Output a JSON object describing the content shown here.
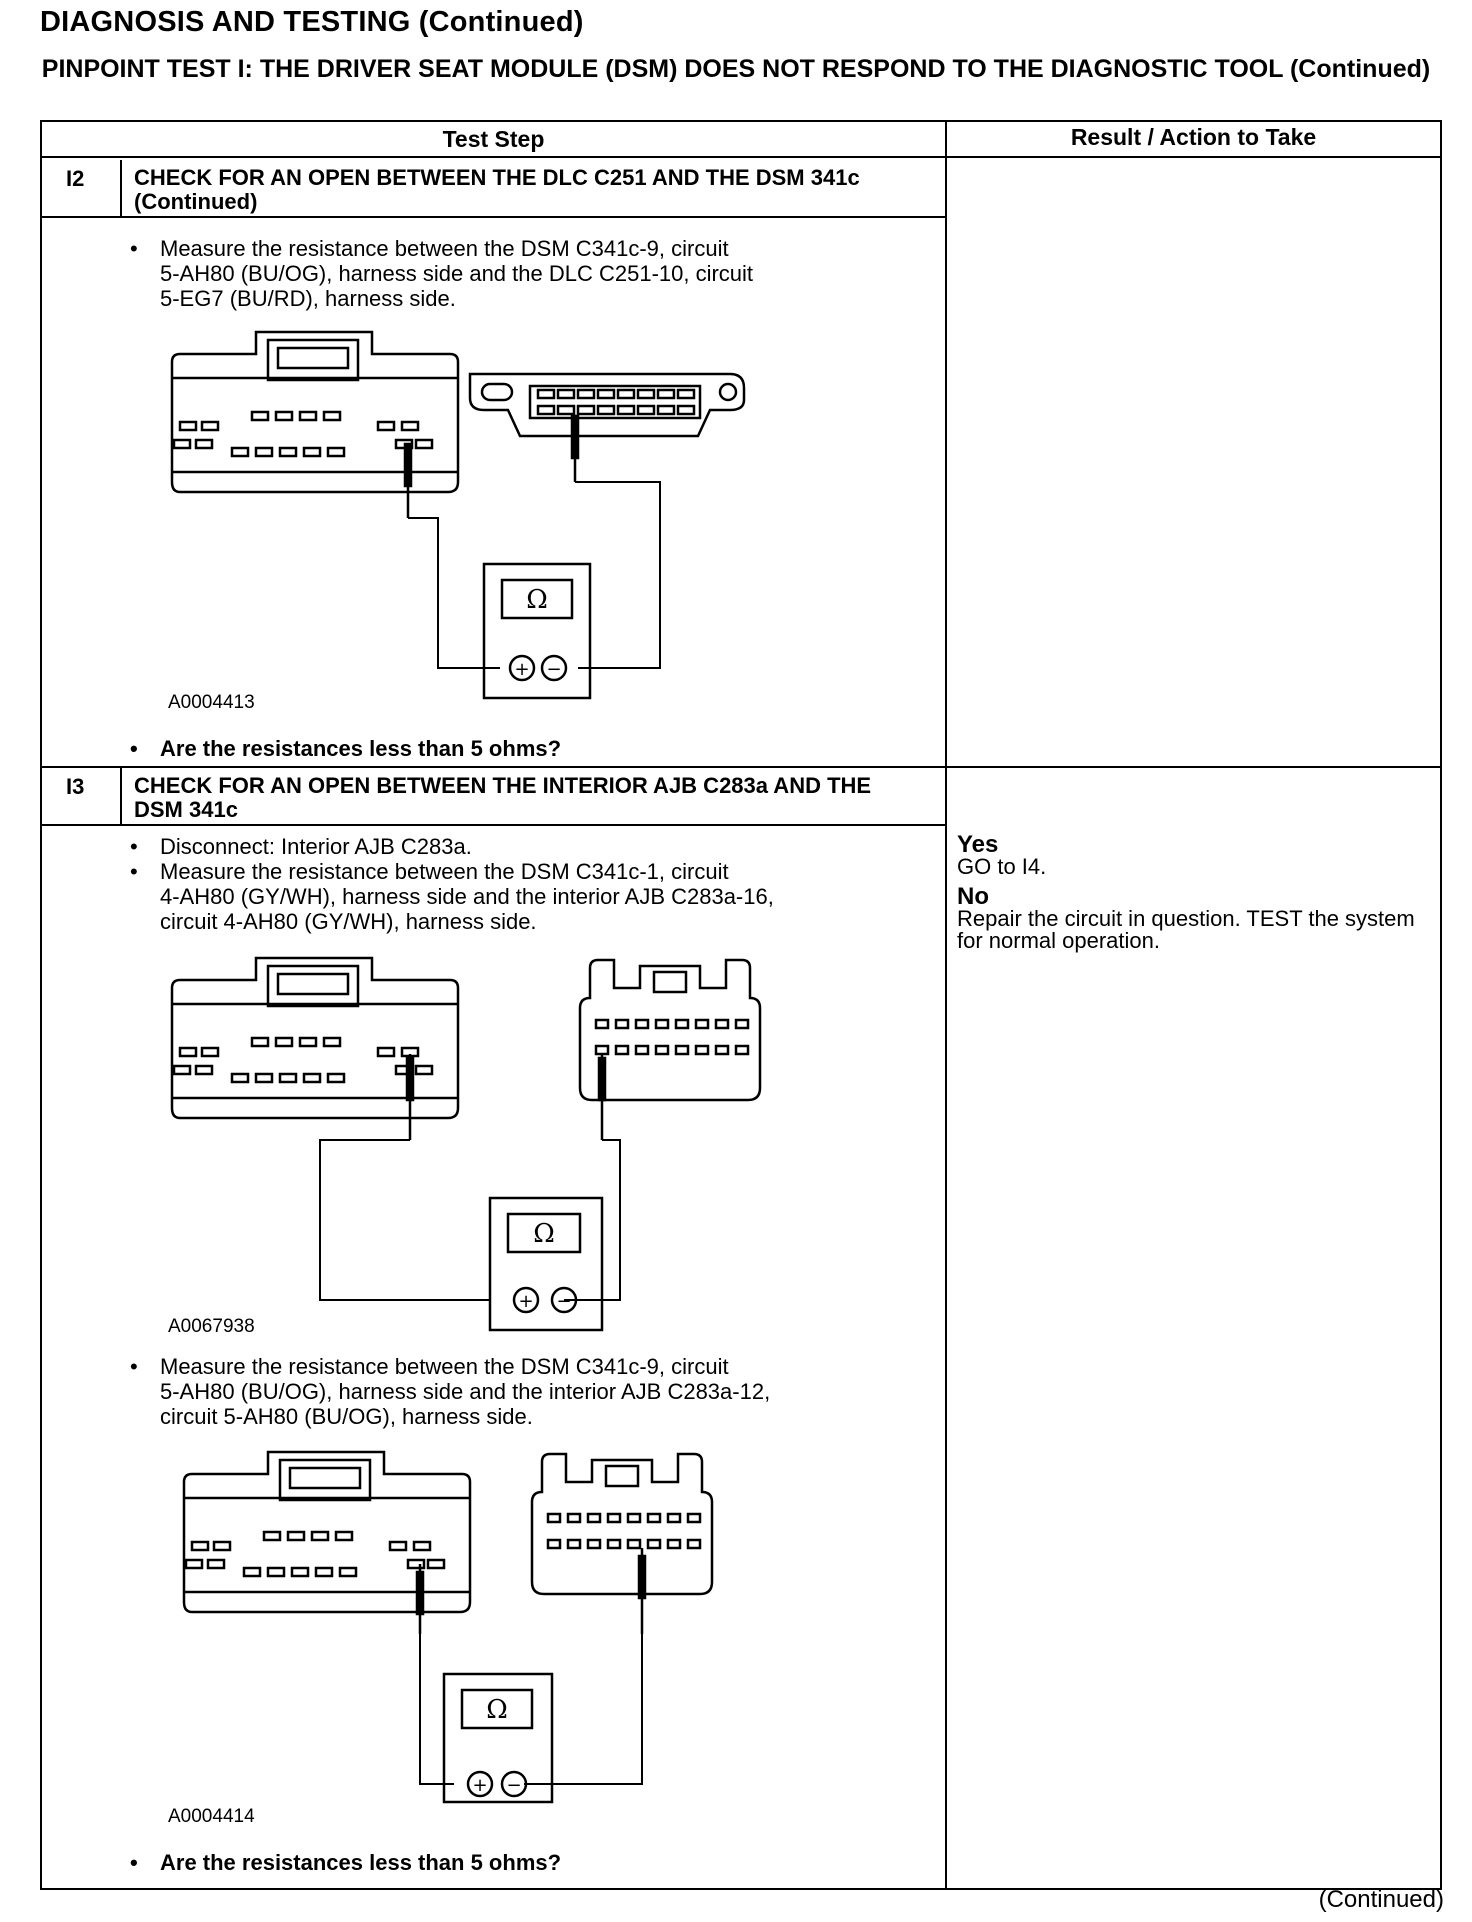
{
  "header": {
    "title": "DIAGNOSIS AND TESTING (Continued)",
    "subtitle": "PINPOINT TEST I: THE DRIVER SEAT MODULE (DSM) DOES NOT RESPOND TO THE DIAGNOSTIC TOOL (Continued)"
  },
  "table": {
    "col_test_step": "Test Step",
    "col_result": "Result / Action to Take"
  },
  "steps": [
    {
      "number": "I2",
      "title": "CHECK FOR AN OPEN BETWEEN THE DLC C251 AND THE DSM 341c (Continued)",
      "bullets": [
        "Measure the resistance between the DSM C341c-9, circuit\n5-AH80 (BU/OG), harness side and the DLC C251-10, circuit\n5-EG7 (BU/RD), harness side."
      ],
      "figure_id": "A0004413",
      "question": "Are the resistances less than 5 ohms?"
    },
    {
      "number": "I3",
      "title": "CHECK FOR AN OPEN BETWEEN THE INTERIOR AJB C283a AND THE DSM 341c",
      "bullets": [
        "Disconnect: Interior AJB C283a.",
        "Measure the resistance between the DSM C341c-1, circuit\n4-AH80 (GY/WH), harness side and the interior AJB C283a-16,\ncircuit 4-AH80 (GY/WH), harness side.",
        "Measure the resistance between the DSM C341c-9, circuit\n5-AH80 (BU/OG), harness side and the interior AJB C283a-12,\ncircuit 5-AH80 (BU/OG), harness side."
      ],
      "figure_ids": [
        "A0067938",
        "A0004414"
      ],
      "question": "Are the resistances less than 5 ohms?"
    }
  ],
  "results": {
    "yes_label": "Yes",
    "yes_action": "GO to I4.",
    "no_label": "No",
    "no_action": "Repair the circuit in question. TEST the system for normal operation."
  },
  "meter_symbol": "Ω",
  "plus_symbol": "+",
  "minus_symbol": "−",
  "bullet_symbol": "•",
  "footer": "(Continued)"
}
